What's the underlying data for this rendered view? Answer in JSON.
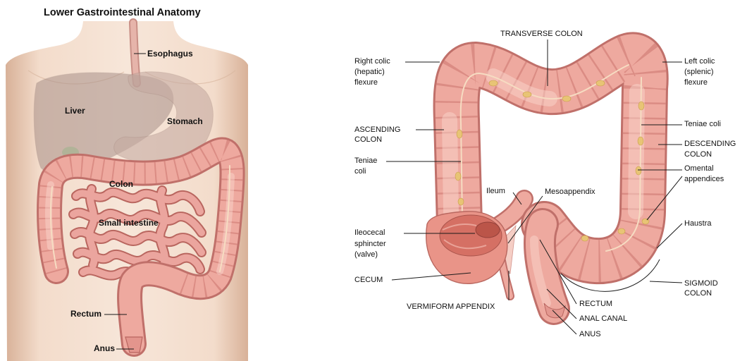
{
  "left_panel": {
    "title": "Lower Gastrointestinal Anatomy",
    "labels": {
      "esophagus": "Esophagus",
      "liver": "Liver",
      "stomach": "Stomach",
      "colon": "Colon",
      "small_intestine": "Small intestine",
      "rectum": "Rectum",
      "anus": "Anus"
    }
  },
  "right_panel": {
    "labels": {
      "transverse_colon": "TRANSVERSE COLON",
      "right_colic_flexure": [
        "Right colic",
        "(hepatic)",
        "flexure"
      ],
      "left_colic_flexure": [
        "Left colic",
        "(splenic)",
        "flexure"
      ],
      "ascending_colon": [
        "ASCENDING",
        "COLON"
      ],
      "teniae_coli_descending": "Teniae coli",
      "descending_colon": [
        "DESCENDING",
        "COLON"
      ],
      "teniae_coli_ascending": [
        "Teniae",
        "coli"
      ],
      "omental_appendices": [
        "Omental",
        "appendices"
      ],
      "ileum": "Ileum",
      "mesoappendix": "Mesoappendix",
      "haustra": "Haustra",
      "ileocecal_sphincter": [
        "Ileocecal",
        "sphincter",
        "(valve)"
      ],
      "cecum": "CECUM",
      "sigmoid_colon": [
        "SIGMOID",
        "COLON"
      ],
      "vermiform_appendix": "VERMIFORM APPENDIX",
      "rectum": "RECTUM",
      "anal_canal": "ANAL CANAL",
      "anus": "ANUS"
    }
  },
  "colors": {
    "skin": "#f3dccb",
    "skin_shadow": "#d8b198",
    "colon": "#eea99f",
    "colon_outline": "#c0706a",
    "haustra_fold": "#d7877f",
    "small_intestine": "#eba59e",
    "liver": "#a89089",
    "stomach": "#c6aba2",
    "fat_appendices": "#e8c475",
    "cecum_interior": "#d57064",
    "leader_line": "#1a1a1a",
    "text": "#111111"
  }
}
